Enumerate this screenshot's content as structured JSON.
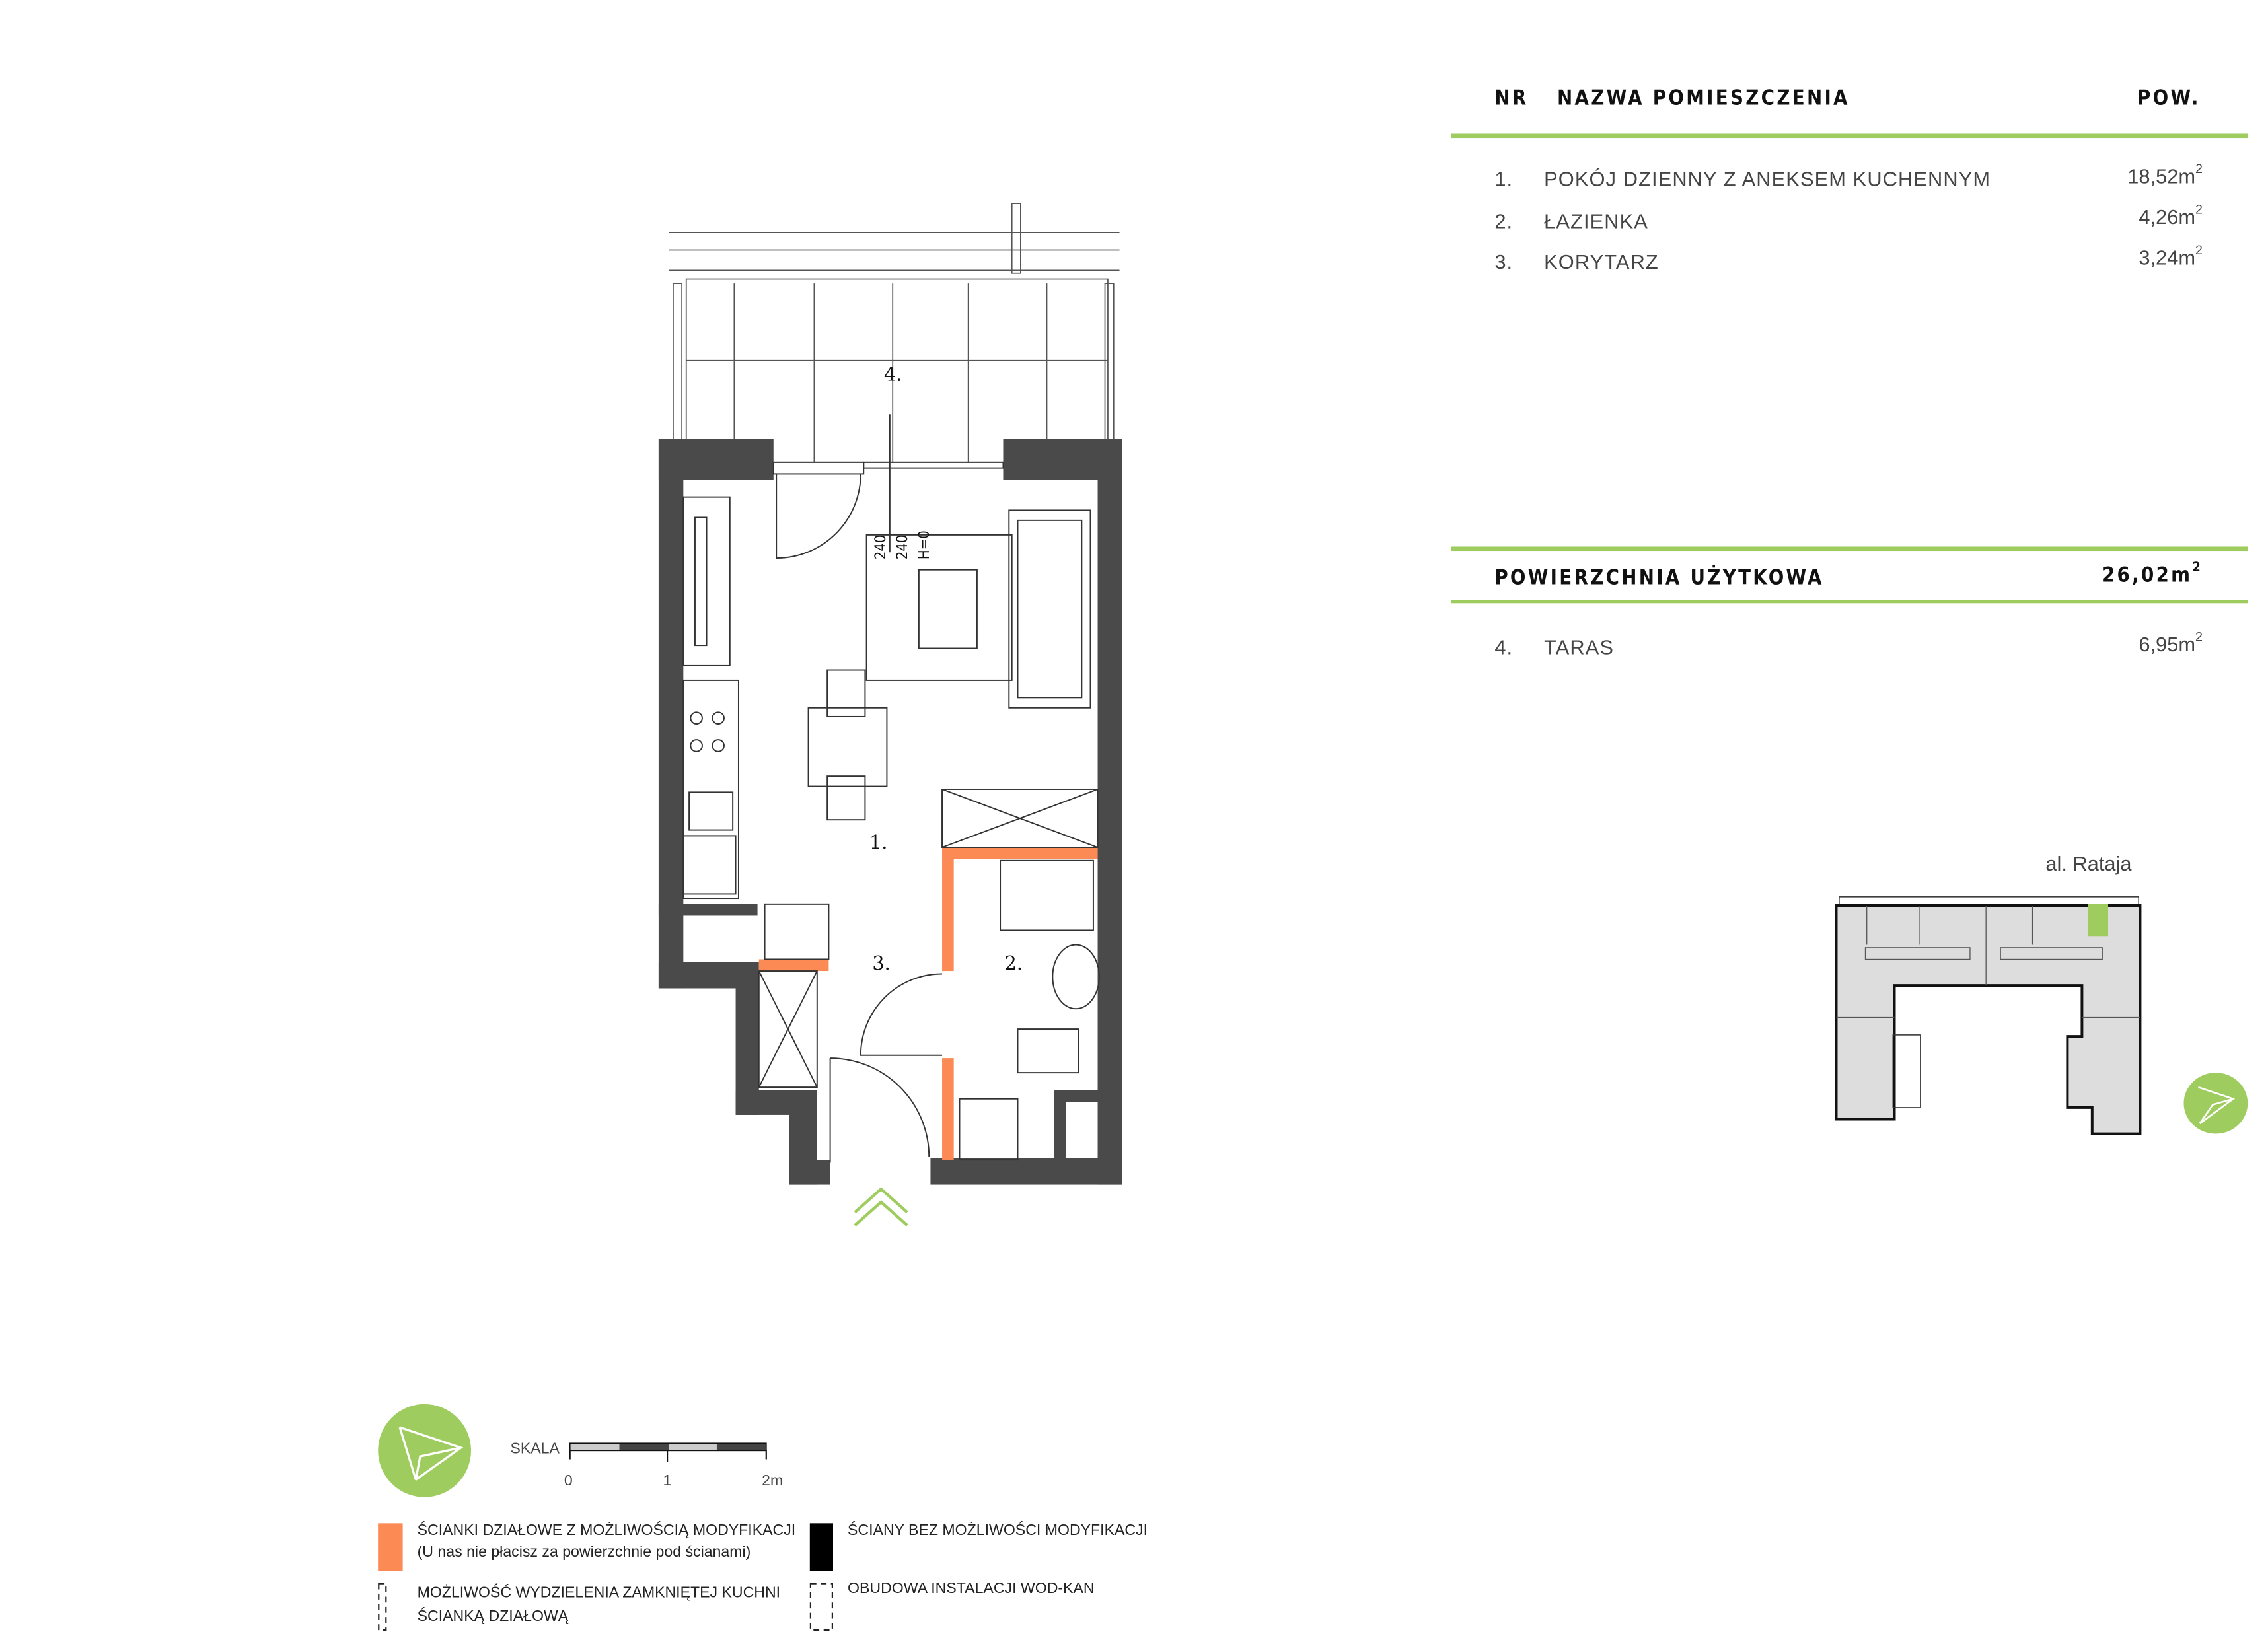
{
  "table": {
    "col_nr": "NR",
    "col_name": "NAZWA POMIESZCZENIA",
    "col_area": "POW.",
    "rooms": [
      {
        "nr": "1.",
        "name": "POKÓJ DZIENNY Z ANEKSEM KUCHENNYM",
        "area": "18,52m",
        "unit_exp": "2"
      },
      {
        "nr": "2.",
        "name": "ŁAZIENKA",
        "area": "4,26m",
        "unit_exp": "2"
      },
      {
        "nr": "3.",
        "name": "KORYTARZ",
        "area": "3,24m",
        "unit_exp": "2"
      }
    ],
    "total_label": "POWIERZCHNIA UŻYTKOWA",
    "total_area": "26,02m",
    "total_exp": "2",
    "extra": {
      "nr": "4.",
      "name": "TARAS",
      "area": "6,95m",
      "unit_exp": "2"
    }
  },
  "plan": {
    "labels": {
      "room1": "1.",
      "room2": "2.",
      "room3": "3.",
      "room4": "4."
    },
    "dims": {
      "d1": "240",
      "d2": "240",
      "h": "H=0"
    },
    "colors": {
      "wall": "#4a4a4a",
      "partition": "#fb8a55",
      "accent": "#9fcc5f"
    }
  },
  "keyplan": {
    "street": "al. Rataja"
  },
  "scale": {
    "label": "SKALA",
    "ticks": [
      "0",
      "1",
      "2m"
    ]
  },
  "legend": {
    "partition_line1": "ŚCIANKI DZIAŁOWE Z MOŻLIWOŚCIĄ MODYFIKACJI",
    "partition_line2": "(U nas nie płacisz za powierzchnie pod ścianami)",
    "fixed": "ŚCIANY BEZ MOŻLIWOŚCI MODYFIKACJI",
    "kitchen_line1": "MOŻLIWOŚĆ WYDZIELENIA ZAMKNIĘTEJ KUCHNI",
    "kitchen_line2": "ŚCIANKĄ DZIAŁOWĄ",
    "install": "OBUDOWA INSTALACJI WOD-KAN"
  }
}
